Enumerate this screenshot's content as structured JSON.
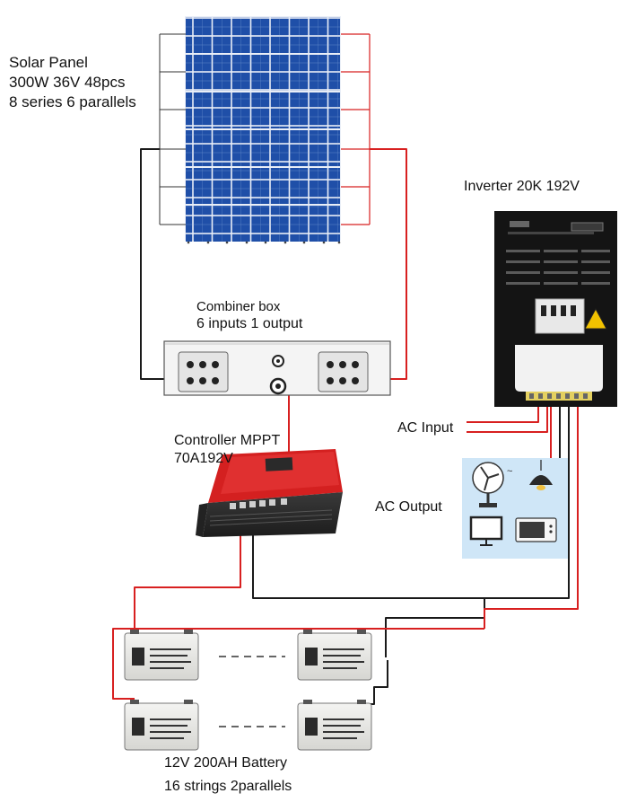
{
  "solar_panel": {
    "title": "Solar Panel",
    "spec": "300W 36V 48pcs",
    "config": "8 series 6 parallels"
  },
  "inverter": {
    "label": "Inverter  20K 192V"
  },
  "combiner": {
    "title": "Combiner box",
    "spec": "6 inputs 1 output"
  },
  "controller": {
    "title": "Controller MPPT",
    "spec": "70A192V"
  },
  "ac_input": {
    "label": "AC Input"
  },
  "ac_output": {
    "label": "AC Output"
  },
  "battery": {
    "spec": "12V 200AH Battery",
    "config": "16 strings 2parallels"
  },
  "colors": {
    "positive_wire": "#d82020",
    "negative_wire": "#1a1a1a",
    "panel_cell": "#1f4fa8",
    "controller_top": "#d42020",
    "inverter_body": "#141414",
    "appliance_bg": "#cfe6f7"
  },
  "icons": [
    "solar-panel-icon",
    "combiner-box-icon",
    "mppt-controller-icon",
    "inverter-icon",
    "battery-icon",
    "fan-icon",
    "lamp-icon",
    "monitor-icon",
    "microwave-icon"
  ]
}
